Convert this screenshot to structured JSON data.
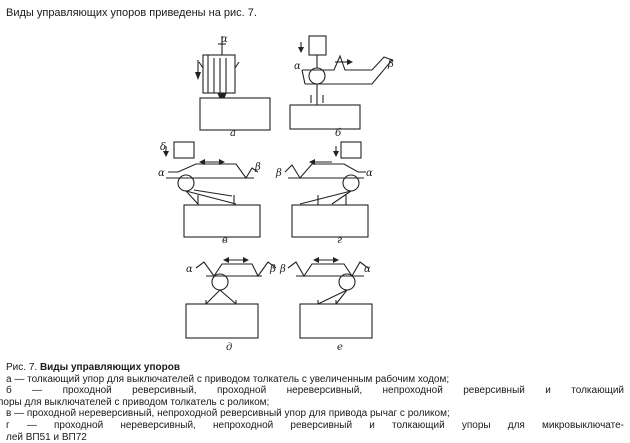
{
  "intro_text": "Виды управляющих упоров приведены на рис. 7.",
  "figure": {
    "panel_labels": [
      "а",
      "б",
      "в",
      "г",
      "д",
      "е"
    ],
    "angle_alpha": "α",
    "angle_beta": "β",
    "delta": "δ"
  },
  "caption": {
    "prefix": "Рис. 7.",
    "title": "Виды управляющих упоров",
    "lines": [
      "а — толкающий упор для выключателей с приводом толкатель с увеличенным рабочим ходом;",
      "б — проходной реверсивный, проходной нереверсивный, непроходной реверсивный и толкающий",
      "поры для выключателей с приводом толкатель с роликом;",
      "в — проходной нереверсивный, непроходной реверсивный упор для привода рычаг с роликом;",
      "г — проходной нереверсивный, непроходной реверсивный и толкающий упоры для микровыключате-",
      "лей ВП51 и ВП72"
    ]
  }
}
